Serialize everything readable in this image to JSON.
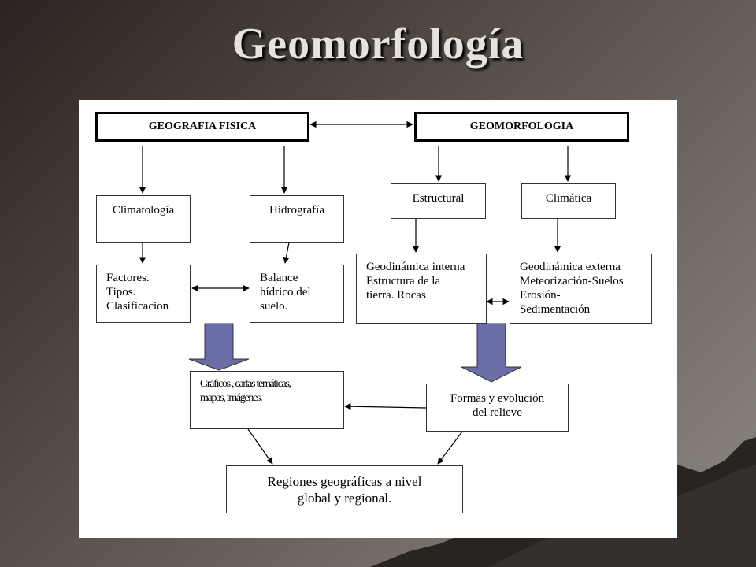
{
  "slide": {
    "title": "Geomorfología"
  },
  "diagram": {
    "geografia_fisica": "GEOGRAFIA FISICA",
    "geomorfologia": "GEOMORFOLOGIA",
    "climatologia": "Climatología",
    "hidrografia": "Hidrografía",
    "estructural": "Estructural",
    "climatica": "Climática",
    "factores": "Factores.\nTipos.\nClasificacion",
    "balance": "Balance\nhídrico del\nsuelo.",
    "geodinamica_interna": "Geodinámica interna\nEstructura de la\ntierra. Rocas",
    "geodinamica_externa": "Geodinámica externa\nMeteorización-Suelos\nErosión-\nSedimentación",
    "graficos": "Gráficos , cartas temáticas,\nmapas, imágenes.",
    "formas": "Formas y evolución\ndel relieve",
    "regiones": "Regiones geográficas a nivel\nglobal y regional."
  },
  "colors": {
    "block_arrow": "#6b6ea8",
    "panel": "#ffffff"
  }
}
